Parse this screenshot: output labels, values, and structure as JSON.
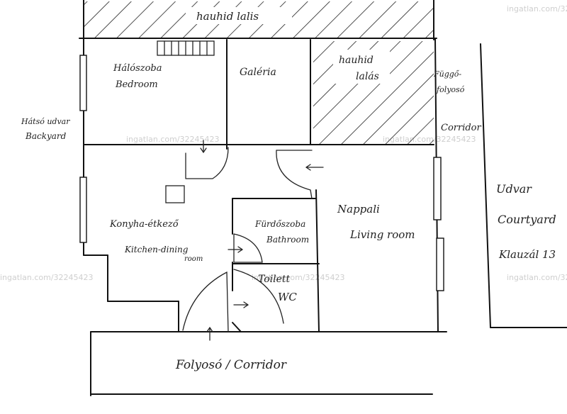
{
  "labels": {
    "top_roof": "hauhid lalis",
    "bedroom_hu": "Hálószoba",
    "bedroom_en": "Bedroom",
    "galeria": "Galéria",
    "roof_room_1": "hauhid",
    "roof_room_2": "lalás",
    "backyard_hu": "Hátsó udvar",
    "backyard_en": "Backyard",
    "corridor_side_hu_1": "Függő-",
    "corridor_side_hu_2": "folyosó",
    "corridor_side_en": "Corridor",
    "courtyard_hu": "Udvar",
    "courtyard_en": "Courtyard",
    "address": "Klauzál 13",
    "kitchen_hu": "Konyha-étkező",
    "kitchen_en_1": "Kitchen-dining",
    "kitchen_en_2": "room",
    "bathroom_hu": "Fürdőszoba",
    "bathroom_en": "Bathroom",
    "living_hu": "Nappali",
    "living_en": "Living room",
    "toilet_hu": "Toilett",
    "toilet_en": "WC",
    "corridor_bottom": "Folyosó / Corridor"
  },
  "watermark": "ingatlan.com/32245423"
}
